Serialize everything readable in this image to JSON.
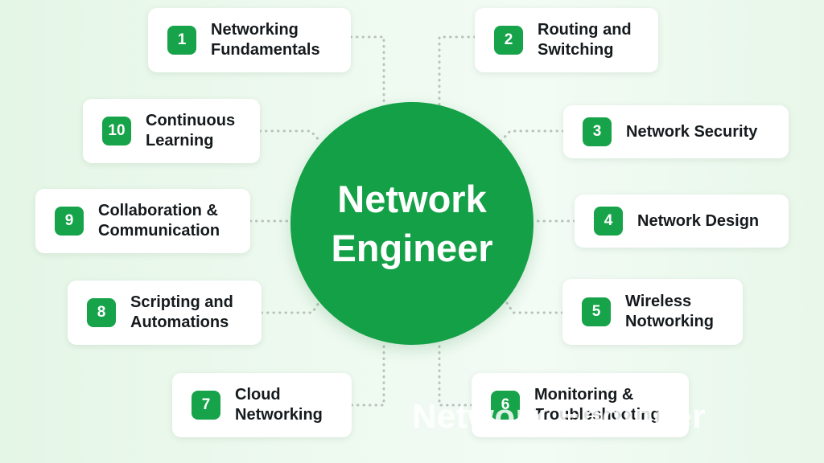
{
  "hub": {
    "title": "Network Engineer"
  },
  "skills": [
    {
      "number": "1",
      "label": "Networking Fundamentals"
    },
    {
      "number": "2",
      "label": "Routing and Switching"
    },
    {
      "number": "3",
      "label": "Network Security"
    },
    {
      "number": "4",
      "label": "Network Design"
    },
    {
      "number": "5",
      "label": "Wireless Notworking"
    },
    {
      "number": "6",
      "label": "Monitoring & Troubleshooting"
    },
    {
      "number": "7",
      "label": "Cloud Networking"
    },
    {
      "number": "8",
      "label": "Scripting and Automations"
    },
    {
      "number": "9",
      "label": "Collaboration & Communication"
    },
    {
      "number": "10",
      "label": "Continuous Learning"
    }
  ],
  "watermark": "Network Engineer",
  "colors": {
    "accent": "#14a046",
    "badge": "#17a34a",
    "text": "#151a1d",
    "card": "#ffffff",
    "background": "#edf9ef"
  }
}
